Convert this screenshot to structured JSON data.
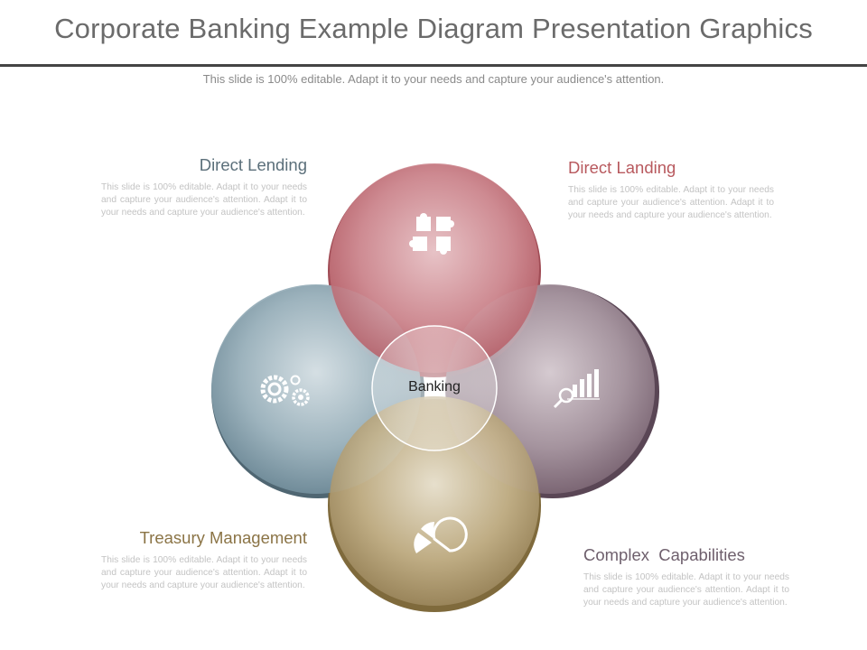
{
  "slide": {
    "title": "Corporate Banking Example Diagram Presentation Graphics",
    "subtitle": "This slide is 100% editable. Adapt it to your needs and capture your audience's attention."
  },
  "center": {
    "label": "Banking"
  },
  "blocks": {
    "top_left": {
      "heading": "Direct Lending",
      "body": "This slide is 100% editable. Adapt it to your needs and capture your audience's attention. Adapt it to your needs and capture your audience's attention.",
      "icon": "gears-icon"
    },
    "top_right": {
      "heading": "Direct Landing",
      "body": "This slide is 100% editable. Adapt it to your needs and capture your audience's attention. Adapt it to your needs and capture your audience's attention.",
      "icon": "puzzle-icon"
    },
    "bottom_left": {
      "heading": "Treasury Management",
      "body": "This slide is 100% editable. Adapt it to your needs and capture your audience's attention. Adapt it to your needs and capture your audience's attention.",
      "icon": "pie-chart-icon"
    },
    "bottom_right": {
      "heading": "Complex  Capabilities",
      "body": "This slide is 100% editable. Adapt it to your needs and capture your audience's attention. Adapt it to your needs and capture your audience's attention.",
      "icon": "bar-chart-magnifier-icon"
    }
  },
  "colors": {
    "blue_circle": "#7d9aa8",
    "red_circle": "#c56a72",
    "mauve_circle": "#8c7885",
    "gold_circle": "#a8966a",
    "title": "#6b6b6b",
    "rule": "#444444"
  }
}
